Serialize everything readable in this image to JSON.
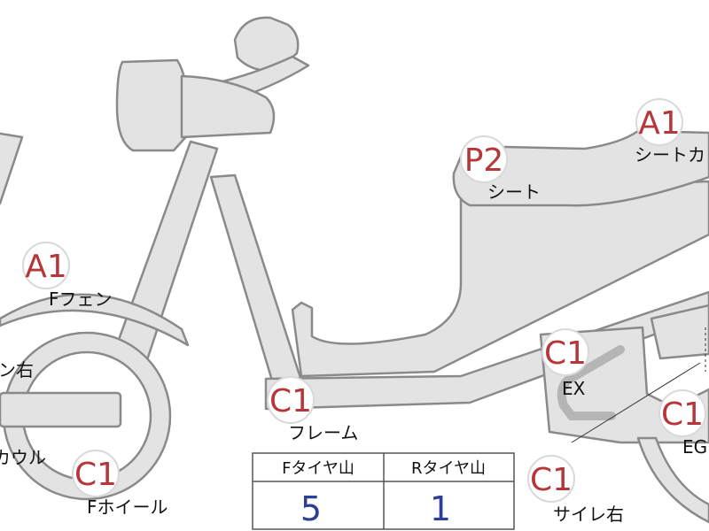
{
  "colors": {
    "badge_text": "#b7363a",
    "table_value": "#2d3f95",
    "part_fill": "#e3e3e3",
    "part_stroke": "#8a8a8a"
  },
  "markers": [
    {
      "id": "front-fender",
      "grade": "A1",
      "label": "Fフェン"
    },
    {
      "id": "front-wheel",
      "grade": "C1",
      "label": "Fホイール"
    },
    {
      "id": "frame",
      "grade": "C1",
      "label": "フレーム"
    },
    {
      "id": "seat",
      "grade": "P2",
      "label": "シート"
    },
    {
      "id": "seat-cover",
      "grade": "A1",
      "label": "シートカ"
    },
    {
      "id": "exhaust",
      "grade": "C1",
      "label": "EX"
    },
    {
      "id": "engine",
      "grade": "C1",
      "label": "EG"
    },
    {
      "id": "muffler-right",
      "grade": "C1",
      "label": "サイレ右"
    }
  ],
  "cut_labels": {
    "left_mid": "ン右",
    "cowl": "カウル"
  },
  "tire_table": {
    "front_header": "Fタイヤ山",
    "rear_header": "Rタイヤ山",
    "front_value": "5",
    "rear_value": "1"
  }
}
